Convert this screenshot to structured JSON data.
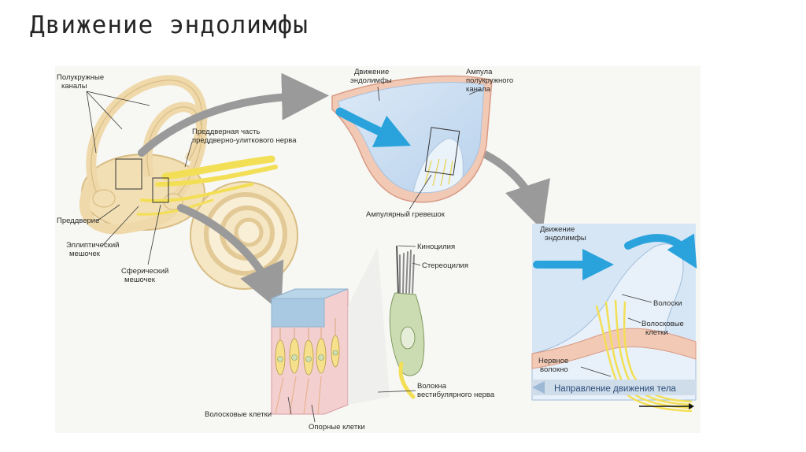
{
  "title": "Движение эндолимфы",
  "labels": {
    "semicircular_canals": [
      "Полукружные",
      "каналы"
    ],
    "vestibular_nerve_part": [
      "Преддверная часть",
      "преддверно-улиткового нерва"
    ],
    "vestibule": "Преддверие",
    "utricle": [
      "Эллиптический",
      "мешочек"
    ],
    "saccule": [
      "Сферический",
      "мешочек"
    ],
    "endolymph_movement_1": [
      "Движение",
      "эндолимфы"
    ],
    "ampulla": [
      "Ампула",
      "полукружного",
      "канала"
    ],
    "ampullary_crest": "Ампулярный гревешок",
    "endolymph_movement_2": [
      "Движение",
      "эндолимфы"
    ],
    "hairs": "Волоски",
    "hair_cells_right": [
      "Волосковые",
      "клетки"
    ],
    "nerve_fiber": [
      "Нервное",
      "волокно"
    ],
    "body_direction": "Направление движения тела",
    "kinocilium": "Киноцилия",
    "stereocilia": "Стереоцилия",
    "vestibular_nerve_fibers": [
      "Волокна",
      "вестибулярного нерва"
    ],
    "hair_cells_bottom": "Волосковые клетки",
    "supporting_cells": "Опорные клетки"
  },
  "colors": {
    "figure_bg": "#f7f7f4",
    "bone": "#f2dfb4",
    "bone_stroke": "#d9bd84",
    "nerve": "#f3df55",
    "endolymph_blue": "#cfe2f4",
    "flow_arrow": "#2aa3dc",
    "pointer_arrow": "#9a9a9a",
    "tissue_pink": "#f0c4c4"
  }
}
